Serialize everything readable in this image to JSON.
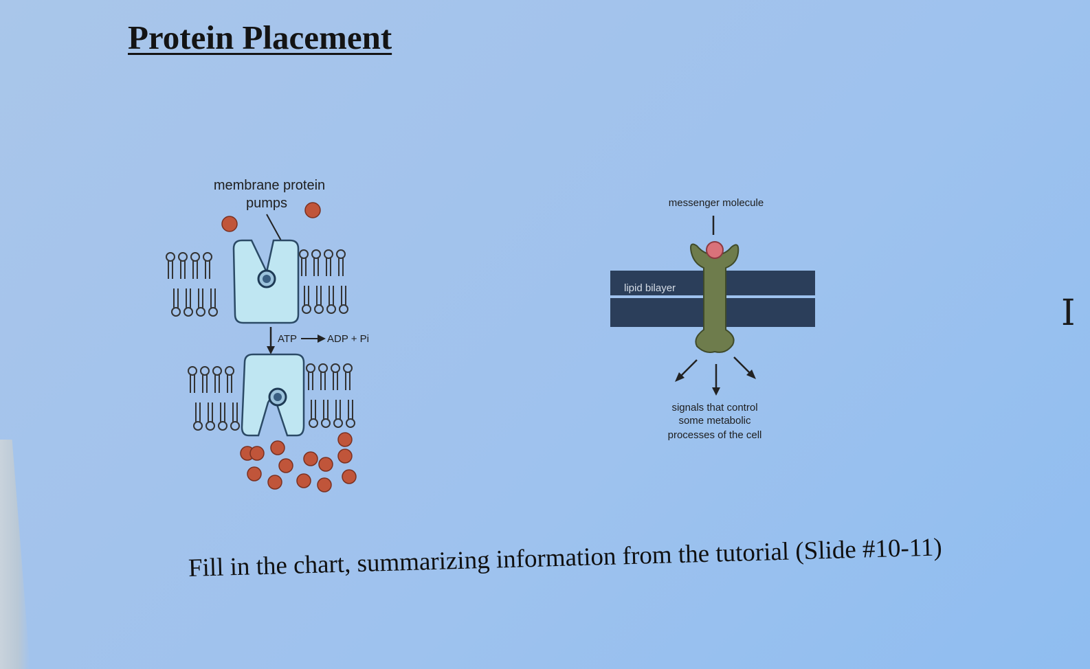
{
  "slide": {
    "title": "Protein Placement",
    "instruction": "Fill in the chart, summarizing information from the tutorial (Slide #10-11)"
  },
  "pump_figure": {
    "label_line1": "membrane protein",
    "label_line2": "pumps",
    "reaction_atp": "ATP",
    "reaction_products": "ADP + Pi"
  },
  "receptor_figure": {
    "messenger_label": "messenger molecule",
    "bilayer_label": "lipid bilayer",
    "signals_line1": "signals that control",
    "signals_line2": "some metabolic",
    "signals_line3": "processes of the cell"
  },
  "colors": {
    "molecule": "#c0553a",
    "pump_fill": "#bfe6f2",
    "bilayer": "#2b3e5a",
    "receptor": "#6e7c4c",
    "messenger": "#d9727a"
  },
  "icons": {
    "text_cursor": "I-beam-cursor-icon"
  }
}
